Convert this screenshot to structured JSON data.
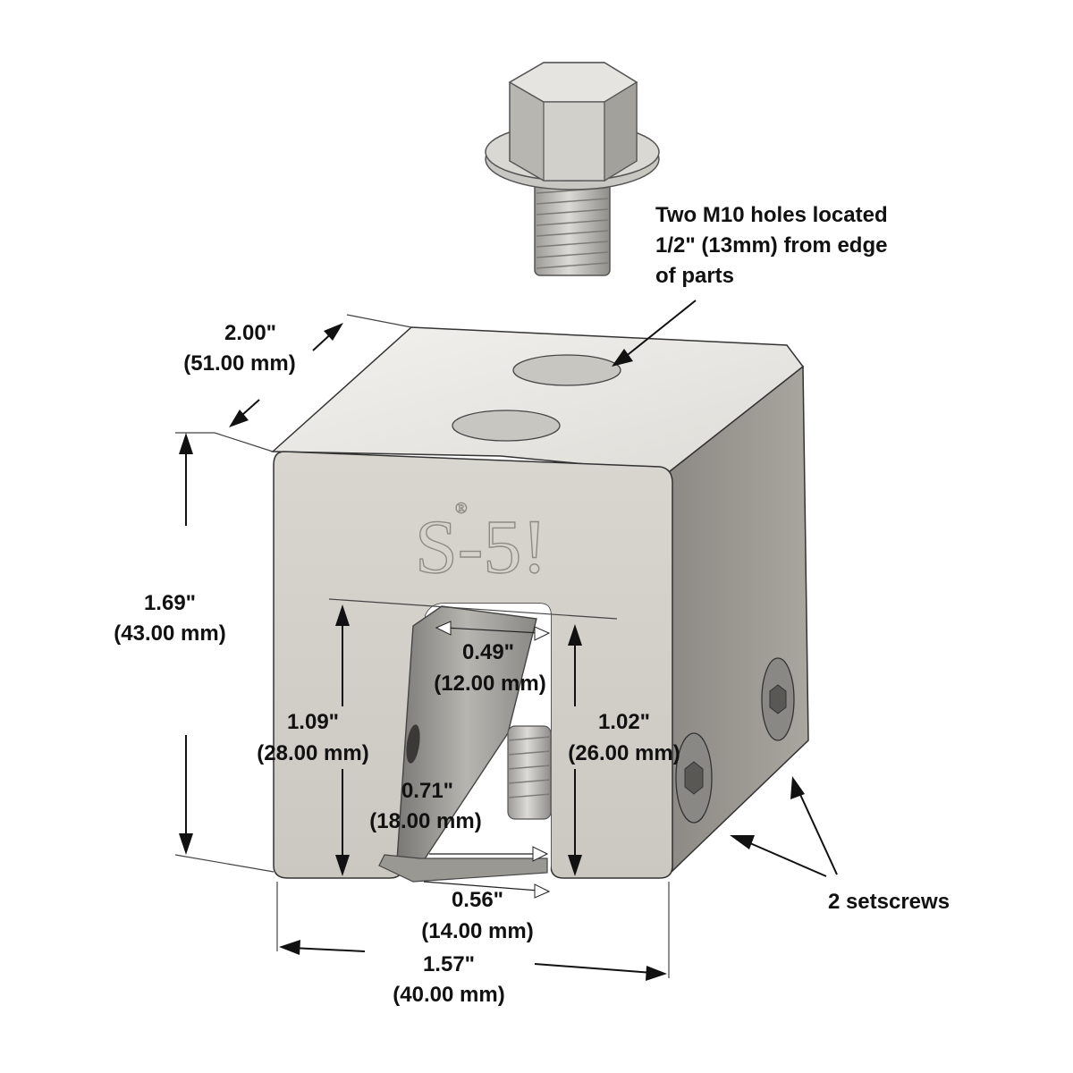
{
  "product": {
    "logo_text": "S-5!"
  },
  "callouts": {
    "holes_note": [
      "Two M10 holes located",
      "1/2\" (13mm) from edge",
      "of parts"
    ],
    "setscrews_note": "2 setscrews"
  },
  "dimensions": {
    "depth": {
      "imperial": "2.00\"",
      "metric": "(51.00 mm)"
    },
    "height": {
      "imperial": "1.69\"",
      "metric": "(43.00 mm)"
    },
    "width": {
      "imperial": "1.57\"",
      "metric": "(40.00 mm)"
    },
    "slot_left_height": {
      "imperial": "1.09\"",
      "metric": "(28.00 mm)"
    },
    "slot_right_height": {
      "imperial": "1.02\"",
      "metric": "(26.00 mm)"
    },
    "slot_top_width": {
      "imperial": "0.49\"",
      "metric": "(12.00 mm)"
    },
    "slot_mid_width": {
      "imperial": "0.71\"",
      "metric": "(18.00 mm)"
    },
    "slot_bottom_width": {
      "imperial": "0.56\"",
      "metric": "(14.00 mm)"
    }
  }
}
